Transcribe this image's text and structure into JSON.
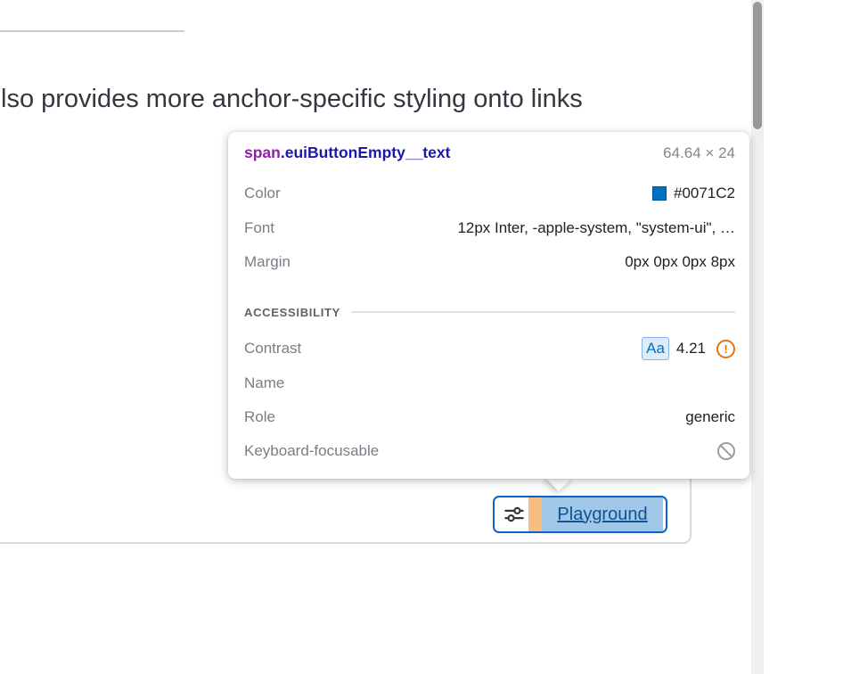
{
  "page": {
    "heading": "lso provides more anchor-specific styling onto links"
  },
  "tooltip": {
    "selector_tag": "span",
    "selector_class": ".euiButtonEmpty__text",
    "dimensions": "64.64 × 24",
    "color_label": "Color",
    "color_value": "#0071C2",
    "font_label": "Font",
    "font_value": "12px Inter, -apple-system, \"system-ui\", …",
    "margin_label": "Margin",
    "margin_value": "0px 0px 0px 8px",
    "a11y_header": "ACCESSIBILITY",
    "contrast_label": "Contrast",
    "contrast_sample": "Aa",
    "contrast_value": "4.21",
    "name_label": "Name",
    "name_value": "",
    "role_label": "Role",
    "role_value": "generic",
    "keyboard_label": "Keyboard-focusable"
  },
  "inspected_element": {
    "button_label": "Playground"
  },
  "colors": {
    "accent_blue": "#0071C2",
    "selector_tag_purple": "#971CB0",
    "selector_class_navy": "#1A1AA6",
    "warning_orange": "#E8710A",
    "margin_overlay_orange": "#F3B26B",
    "content_overlay_blue": "#6FA8DC",
    "button_border_blue": "#0A64C8"
  }
}
